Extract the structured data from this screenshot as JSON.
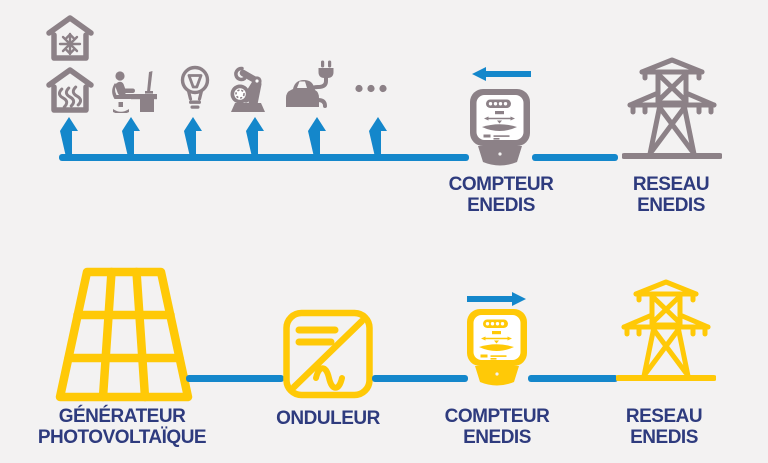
{
  "colors": {
    "bg": "#f3f2f2",
    "blue": "#1487cb",
    "gray": "#8c8187",
    "yellow": "#ffc907",
    "navy": "#2e3b7e",
    "white": "#ffffff"
  },
  "top_flow": {
    "name": "grid-consumption-flow",
    "flow_direction": "left",
    "consumers": [
      "house-cooling",
      "house-heating",
      "office-worker",
      "lightbulb",
      "industrial-robot",
      "ev-charging",
      "more"
    ],
    "meter_label": {
      "line1": "COMPTEUR",
      "line2": "ENEDIS"
    },
    "grid_label": {
      "line1": "RESEAU",
      "line2": "ENEDIS"
    }
  },
  "bottom_flow": {
    "name": "pv-production-flow",
    "flow_direction": "right",
    "generator_label": {
      "line1": "GÉNÉRATEUR",
      "line2": "PHOTOVOLTAÏQUE"
    },
    "inverter_label": "ONDULEUR",
    "meter_label": {
      "line1": "COMPTEUR",
      "line2": "ENEDIS"
    },
    "grid_label": {
      "line1": "RESEAU",
      "line2": "ENEDIS"
    }
  }
}
